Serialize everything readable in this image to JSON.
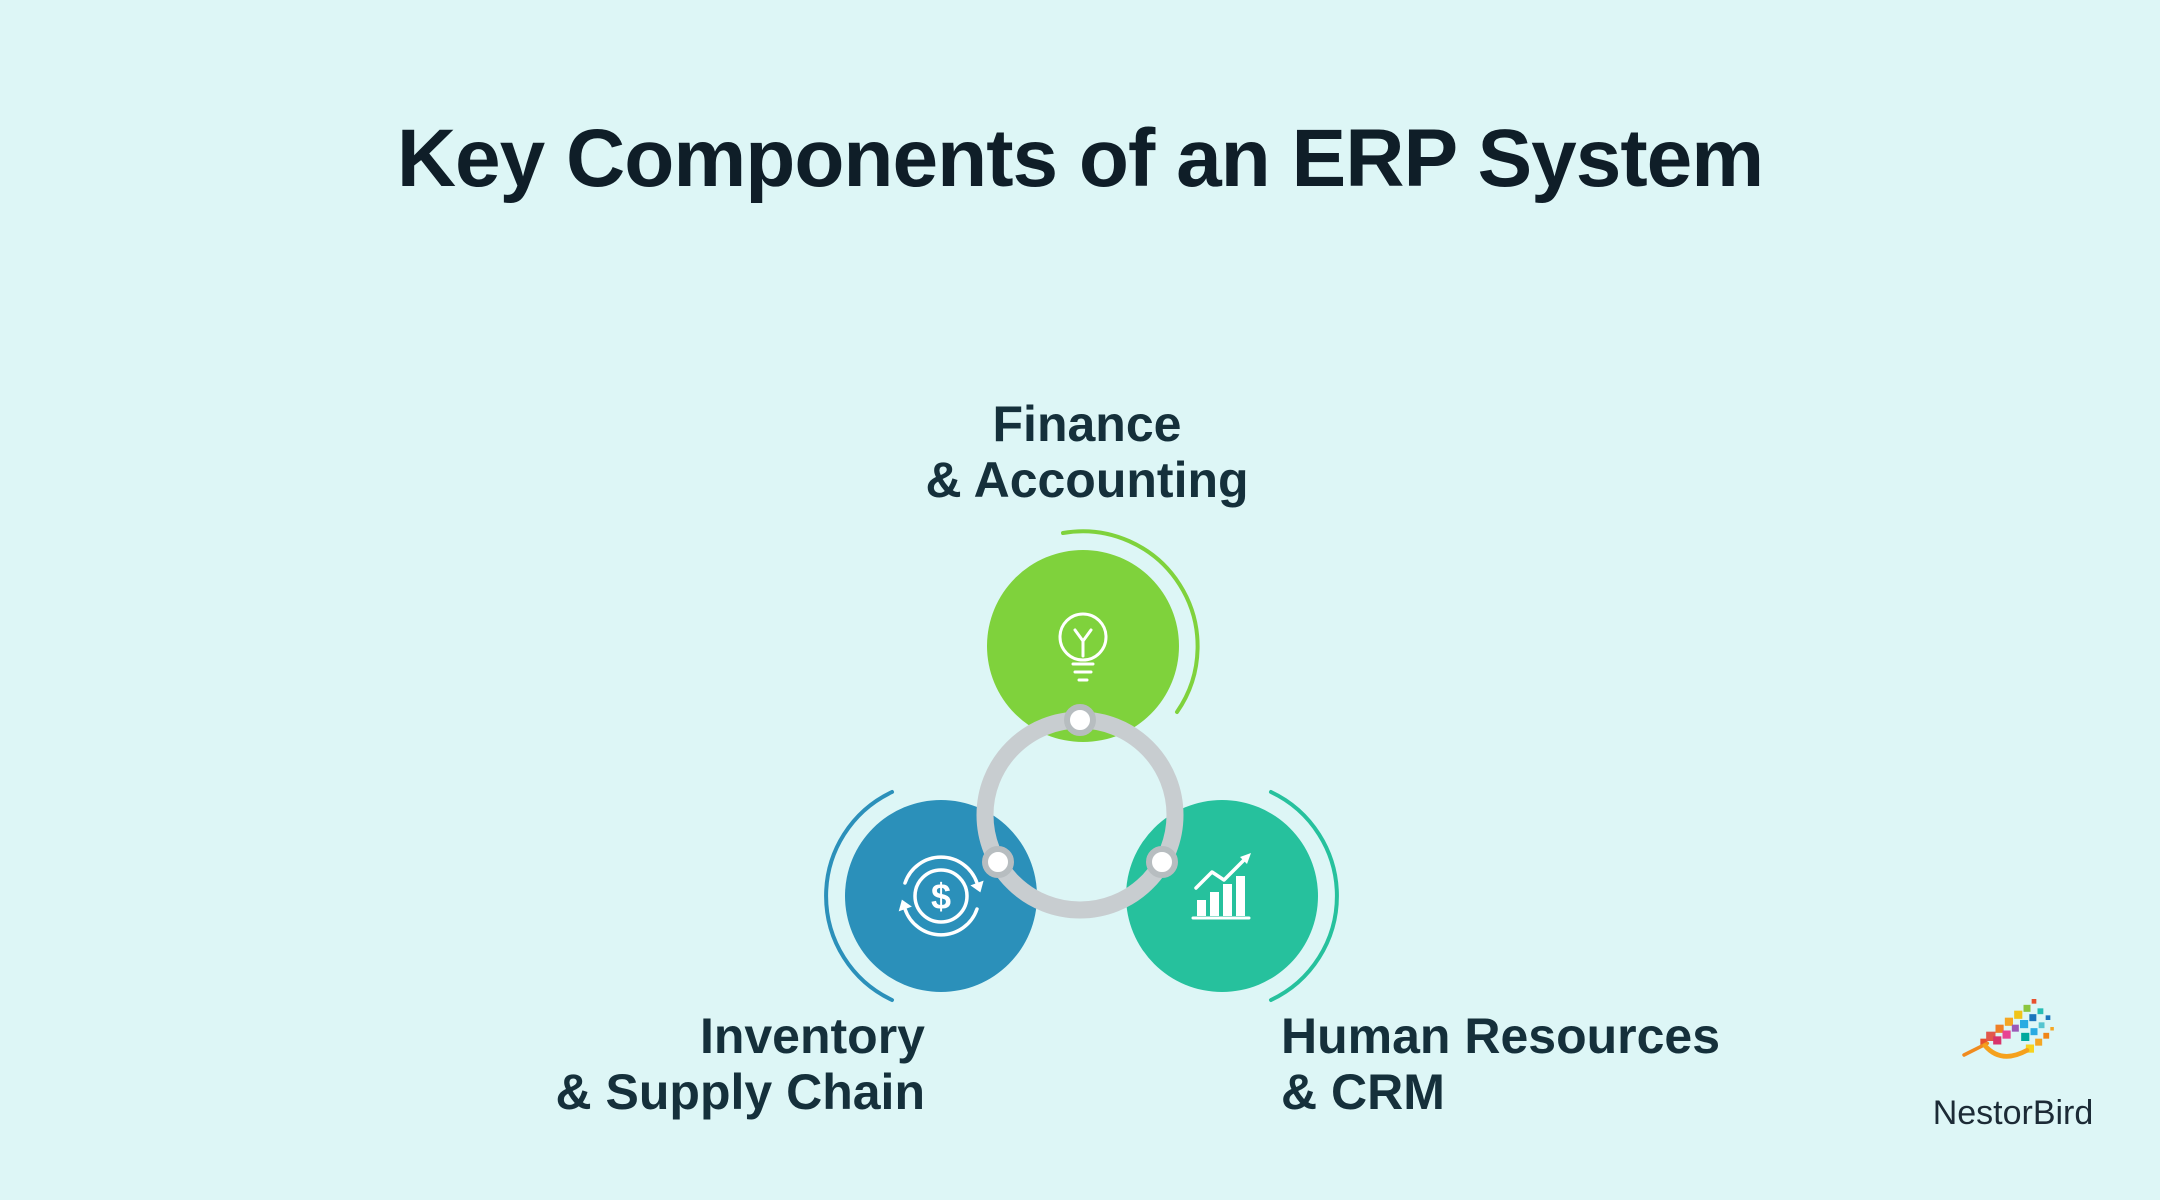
{
  "title": "Key Components of an ERP System",
  "diagram": {
    "nodes": [
      {
        "id": "finance-accounting",
        "label": "Finance\n& Accounting",
        "color": "#7fd23c",
        "icon": "lightbulb-icon"
      },
      {
        "id": "inventory-supply-chain",
        "label": "Inventory\n& Supply Chain",
        "color": "#2b90ba",
        "icon": "dollar-cycle-icon"
      },
      {
        "id": "human-resources-crm",
        "label": "Human Resources\n& CRM",
        "color": "#26c19d",
        "icon": "bar-chart-icon"
      }
    ],
    "hub_ring_color": "#c8cdd0",
    "connector_node_stroke": "#b7bdc0",
    "connector_node_fill": "#ffffff",
    "icon_color": "#ffffff",
    "dollar_glyph": "$"
  },
  "logo": {
    "text": "NestorBird"
  },
  "theme": {
    "background": "#ddf6f6",
    "title_color": "#0f1e28",
    "label_color": "#15303b"
  }
}
